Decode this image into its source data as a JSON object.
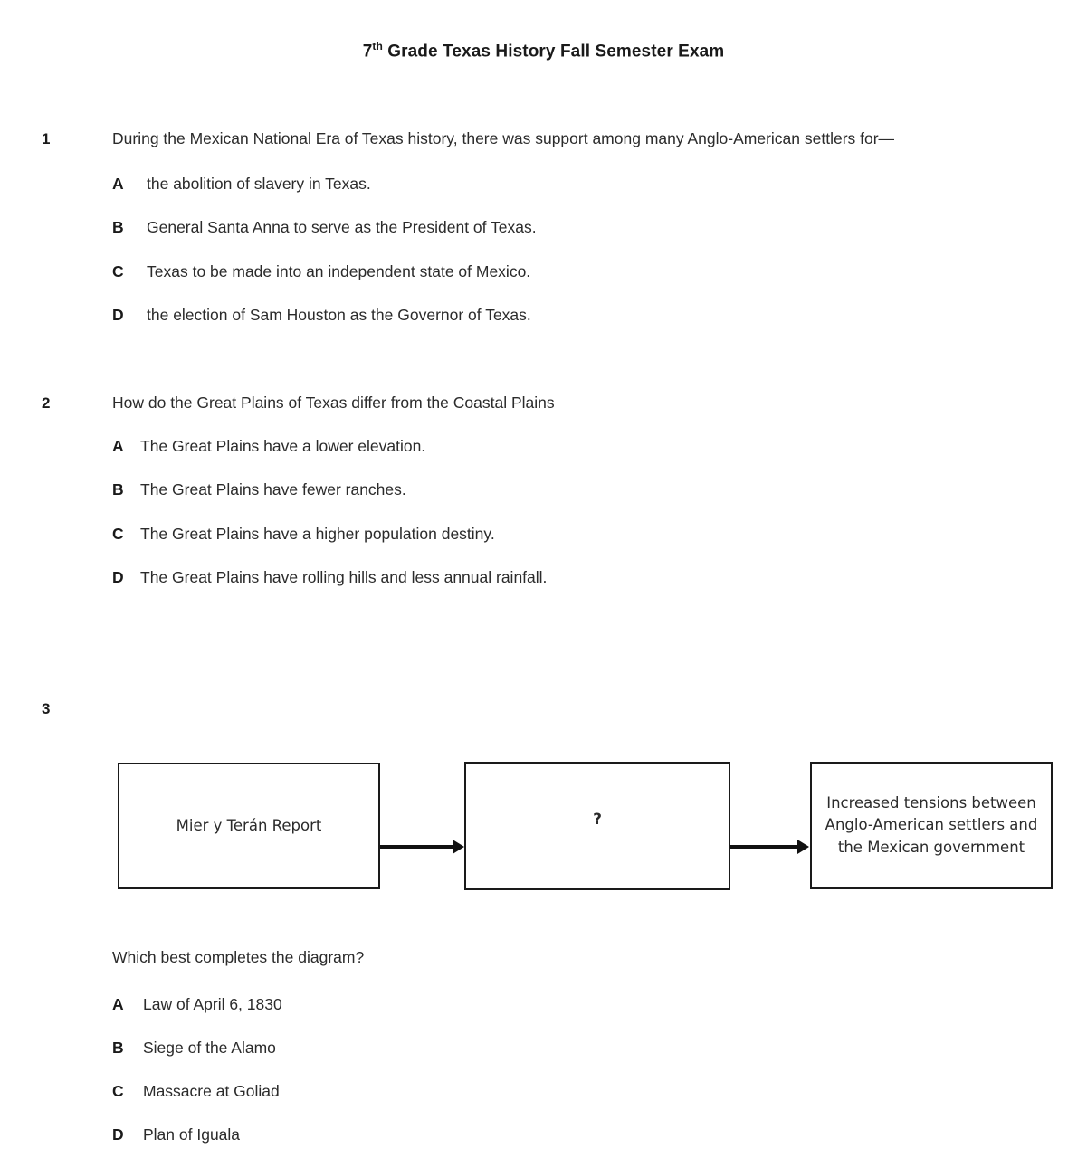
{
  "document": {
    "title_prefix": "7",
    "title_superscript": "th",
    "title_rest": " Grade Texas History Fall Semester Exam"
  },
  "questions": [
    {
      "number": "1",
      "stem": "During the Mexican National Era of Texas history, there was support among many Anglo-American settlers for—",
      "choices": [
        {
          "letter": "A",
          "text": "the abolition of slavery in Texas."
        },
        {
          "letter": "B",
          "text": "General Santa Anna to serve as the President of Texas."
        },
        {
          "letter": "C",
          "text": "Texas to be made into an independent state of Mexico."
        },
        {
          "letter": "D",
          "text": "the election of Sam Houston as the Governor of Texas."
        }
      ]
    },
    {
      "number": "2",
      "stem": "How do the Great Plains of Texas differ from the Coastal Plains",
      "choices": [
        {
          "letter": "A",
          "text": "The Great Plains have a lower elevation."
        },
        {
          "letter": "B",
          "text": "The Great Plains have fewer ranches."
        },
        {
          "letter": "C",
          "text": "The Great Plains have a higher population destiny."
        },
        {
          "letter": "D",
          "text": "The Great Plains have rolling hills and less annual rainfall."
        }
      ]
    },
    {
      "number": "3",
      "stem": "Which best completes the diagram?",
      "choices": [
        {
          "letter": "A",
          "text": "Law of April 6, 1830"
        },
        {
          "letter": "B",
          "text": "Siege of the Alamo"
        },
        {
          "letter": "C",
          "text": "Massacre at Goliad"
        },
        {
          "letter": "D",
          "text": "Plan of Iguala"
        }
      ]
    }
  ],
  "diagram": {
    "box1": "Mier y Terán Report",
    "box2": "?",
    "box3": "Increased tensions between Anglo-American settlers and the Mexican government",
    "arrow1_label": "arrow-right",
    "arrow2_label": "arrow-right"
  },
  "colors": {
    "text": "#2b2b2b",
    "heading": "#1a1a1a",
    "box_border": "#1a1a1a",
    "background": "#ffffff"
  }
}
